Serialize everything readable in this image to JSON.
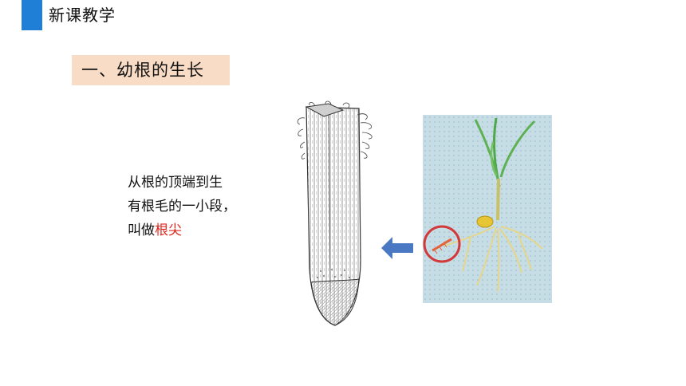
{
  "header": {
    "title": "新课教学"
  },
  "section": {
    "title": "一、幼根的生长"
  },
  "body": {
    "line1": "从根的顶端到生",
    "line2": "有根毛的一小段，",
    "line3_prefix": "叫做",
    "line3_highlight": "根尖"
  },
  "colors": {
    "header_accent": "#1f7fd6",
    "section_bg": "#f9dcc5",
    "highlight": "#e0261f",
    "arrow": "#4a78c2",
    "circle": "#d23a3a"
  },
  "icons": {
    "arrow": "arrow-left-icon",
    "root_tip": "root-tip-illustration",
    "seedling": "seedling-illustration"
  }
}
